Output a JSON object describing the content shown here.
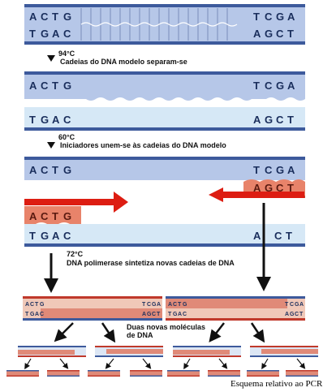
{
  "colors": {
    "rail": "#3d5a9c",
    "strand": "#b6c7e8",
    "light_strand": "#d6e8f6",
    "primer": "#e8836a",
    "new_strand": "#e08a78",
    "red_arrow": "#dd1d12",
    "black_arrow": "#111111"
  },
  "steps": {
    "s1_temp": "94°C",
    "s1_text": "Cadeias do DNA modelo separam-se",
    "s2_temp": "60°C",
    "s2_text": "Iniciadores unem-se às cadeias do DNA modelo",
    "s3_temp": "72°C",
    "s3_text": "DNA polimerase sintetiza novas cadeias de DNA",
    "s4_text_line1": "Duas novas moléculas",
    "s4_text_line2": "de DNA"
  },
  "caption": "Esquema relativo ao PCR",
  "bases": {
    "top_left": [
      "A",
      "C",
      "T",
      "G"
    ],
    "top_right": [
      "T",
      "C",
      "G",
      "A"
    ],
    "bottom_left": [
      "T",
      "G",
      "A",
      "C"
    ],
    "bottom_right": [
      "A",
      "G",
      "C",
      "T"
    ],
    "partial_right": [
      "A",
      "C",
      "T"
    ]
  }
}
